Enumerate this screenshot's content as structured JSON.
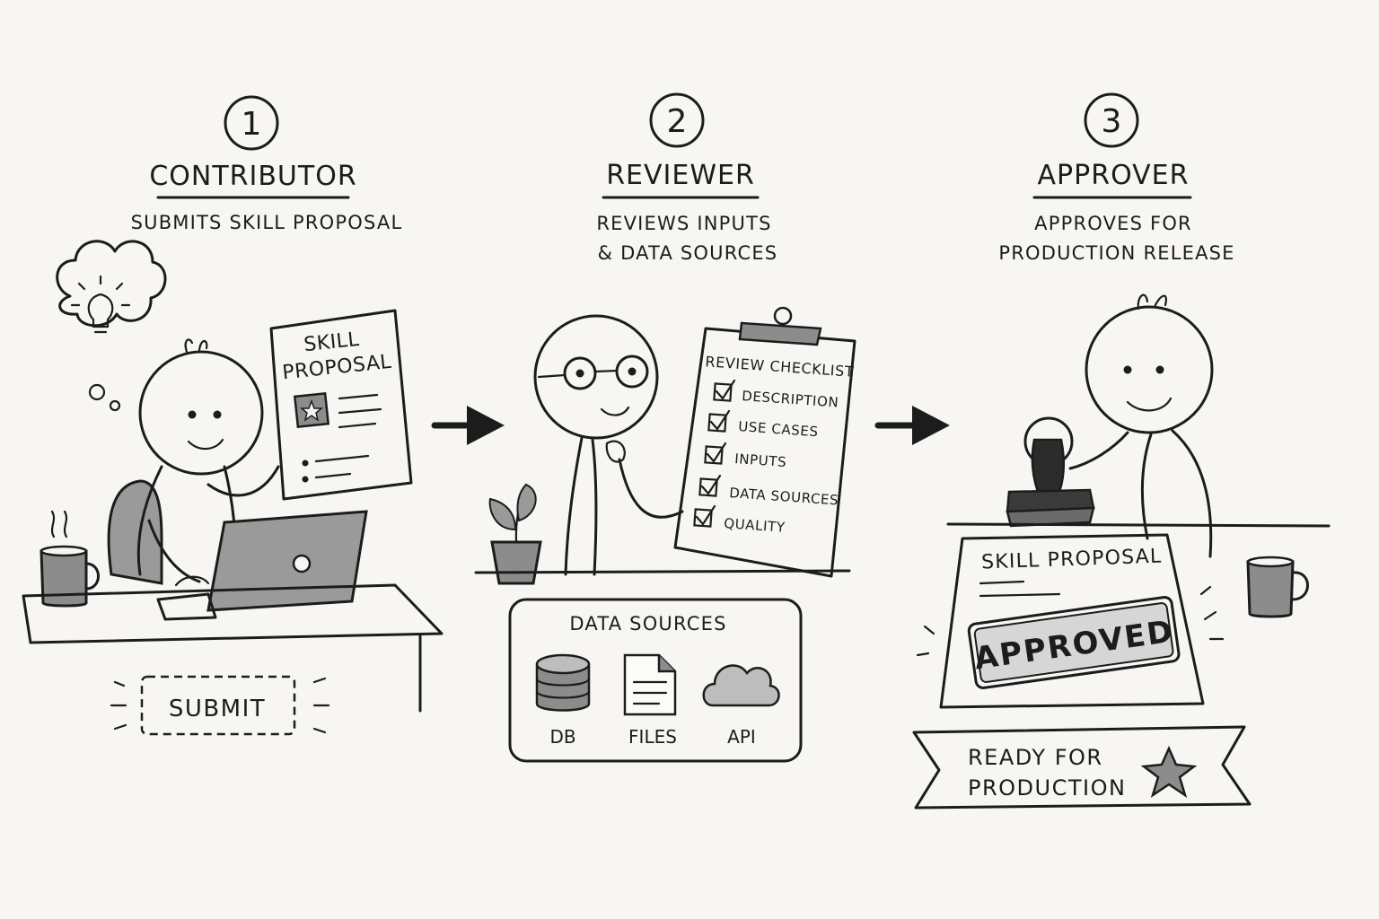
{
  "steps": [
    {
      "number": "1",
      "title": "Contributor",
      "description": [
        "Submits skill proposal"
      ]
    },
    {
      "number": "2",
      "title": "Reviewer",
      "description": [
        "Reviews inputs",
        "& data sources"
      ]
    },
    {
      "number": "3",
      "title": "Approver",
      "description": [
        "Approves for",
        "production release"
      ]
    }
  ],
  "contributor": {
    "document_title": [
      "Skill",
      "Proposal"
    ],
    "submit_label": "Submit"
  },
  "reviewer": {
    "checklist_title": "Review Checklist",
    "checklist_items": [
      "Description",
      "Use cases",
      "Inputs",
      "Data sources",
      "Quality"
    ],
    "data_sources": {
      "title": "Data Sources",
      "items": [
        {
          "label": "DB",
          "icon": "database-icon"
        },
        {
          "label": "Files",
          "icon": "file-icon"
        },
        {
          "label": "API",
          "icon": "cloud-icon"
        }
      ]
    }
  },
  "approver": {
    "document_title": "Skill Proposal",
    "stamp_text": "Approved",
    "banner_text": [
      "Ready for",
      "Production"
    ]
  },
  "colors": {
    "ink": "#1c1c1c",
    "background": "#f7f6f2",
    "accent_gray": "#8c8c8c"
  }
}
